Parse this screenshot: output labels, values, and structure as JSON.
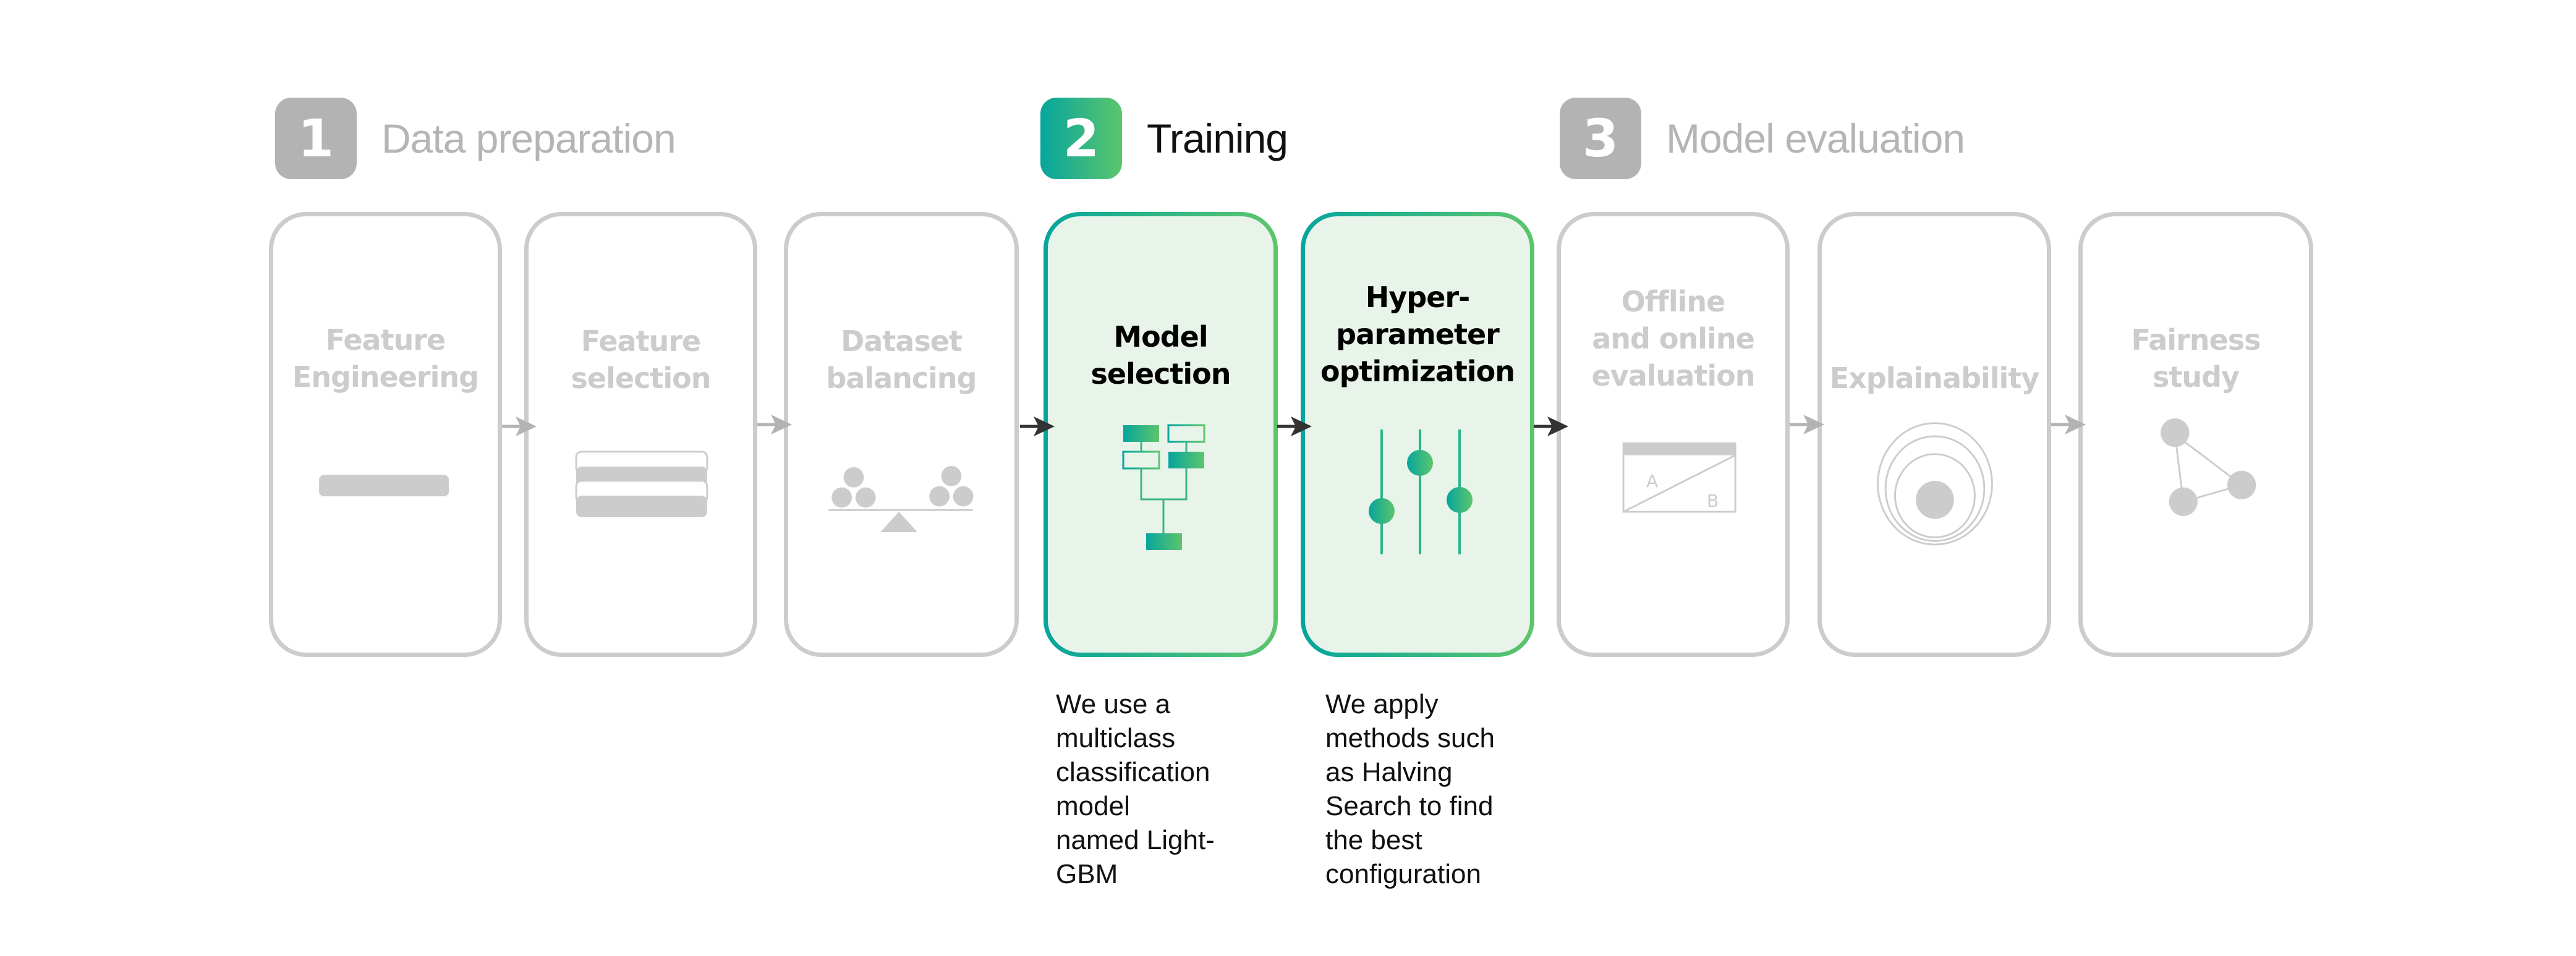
{
  "colors": {
    "inactive_gray": "#cccccc",
    "badge_gray": "#b3b3b3",
    "label_gray": "#b5b5b5",
    "arrow_gray": "#b3b3b3",
    "arrow_dark": "#333333",
    "accent_teal": "#06a59d",
    "accent_green": "#5cc56c",
    "active_fill": "#e8f4ea"
  },
  "phases": [
    {
      "number": "1",
      "label": "Data preparation",
      "state": "inactive"
    },
    {
      "number": "2",
      "label": "Training",
      "state": "active"
    },
    {
      "number": "3",
      "label": "Model evaluation",
      "state": "inactive"
    }
  ],
  "steps": [
    {
      "title": "Feature\nEngineering",
      "phase": "1",
      "state": "inactive",
      "icon": "single-bar-icon"
    },
    {
      "title": "Feature\nselection",
      "phase": "1",
      "state": "inactive",
      "icon": "stacked-bars-icon"
    },
    {
      "title": "Dataset\nbalancing",
      "phase": "1",
      "state": "inactive",
      "icon": "balance-scale-icon"
    },
    {
      "title": "Model\nselection",
      "phase": "2",
      "state": "active",
      "icon": "decision-tree-icon",
      "description": "We use a\nmulticlass\nclassification\nmodel\nnamed Light-\nGBM"
    },
    {
      "title": "Hyper-\nparameter\noptimization",
      "phase": "2",
      "state": "active",
      "icon": "sliders-icon",
      "description": "We apply\nmethods such\nas Halving\nSearch to find\nthe best\nconfiguration"
    },
    {
      "title": "Offline\nand online\nevaluation",
      "phase": "3",
      "state": "inactive",
      "icon": "ab-test-icon",
      "ab_labels": [
        "A",
        "B"
      ]
    },
    {
      "title": "Explainability",
      "phase": "3",
      "state": "inactive",
      "icon": "concentric-circles-icon"
    },
    {
      "title": "Fairness\nstudy",
      "phase": "3",
      "state": "inactive",
      "icon": "network-graph-icon"
    }
  ],
  "arrows": [
    {
      "from": "Feature Engineering",
      "to": "Feature selection",
      "state": "inactive"
    },
    {
      "from": "Feature selection",
      "to": "Dataset balancing",
      "state": "inactive"
    },
    {
      "from": "Dataset balancing",
      "to": "Model selection",
      "state": "active"
    },
    {
      "from": "Model selection",
      "to": "Hyper-parameter optimization",
      "state": "active"
    },
    {
      "from": "Hyper-parameter optimization",
      "to": "Offline and online evaluation",
      "state": "active"
    },
    {
      "from": "Offline and online evaluation",
      "to": "Explainability",
      "state": "inactive"
    },
    {
      "from": "Explainability",
      "to": "Fairness study",
      "state": "inactive"
    }
  ]
}
